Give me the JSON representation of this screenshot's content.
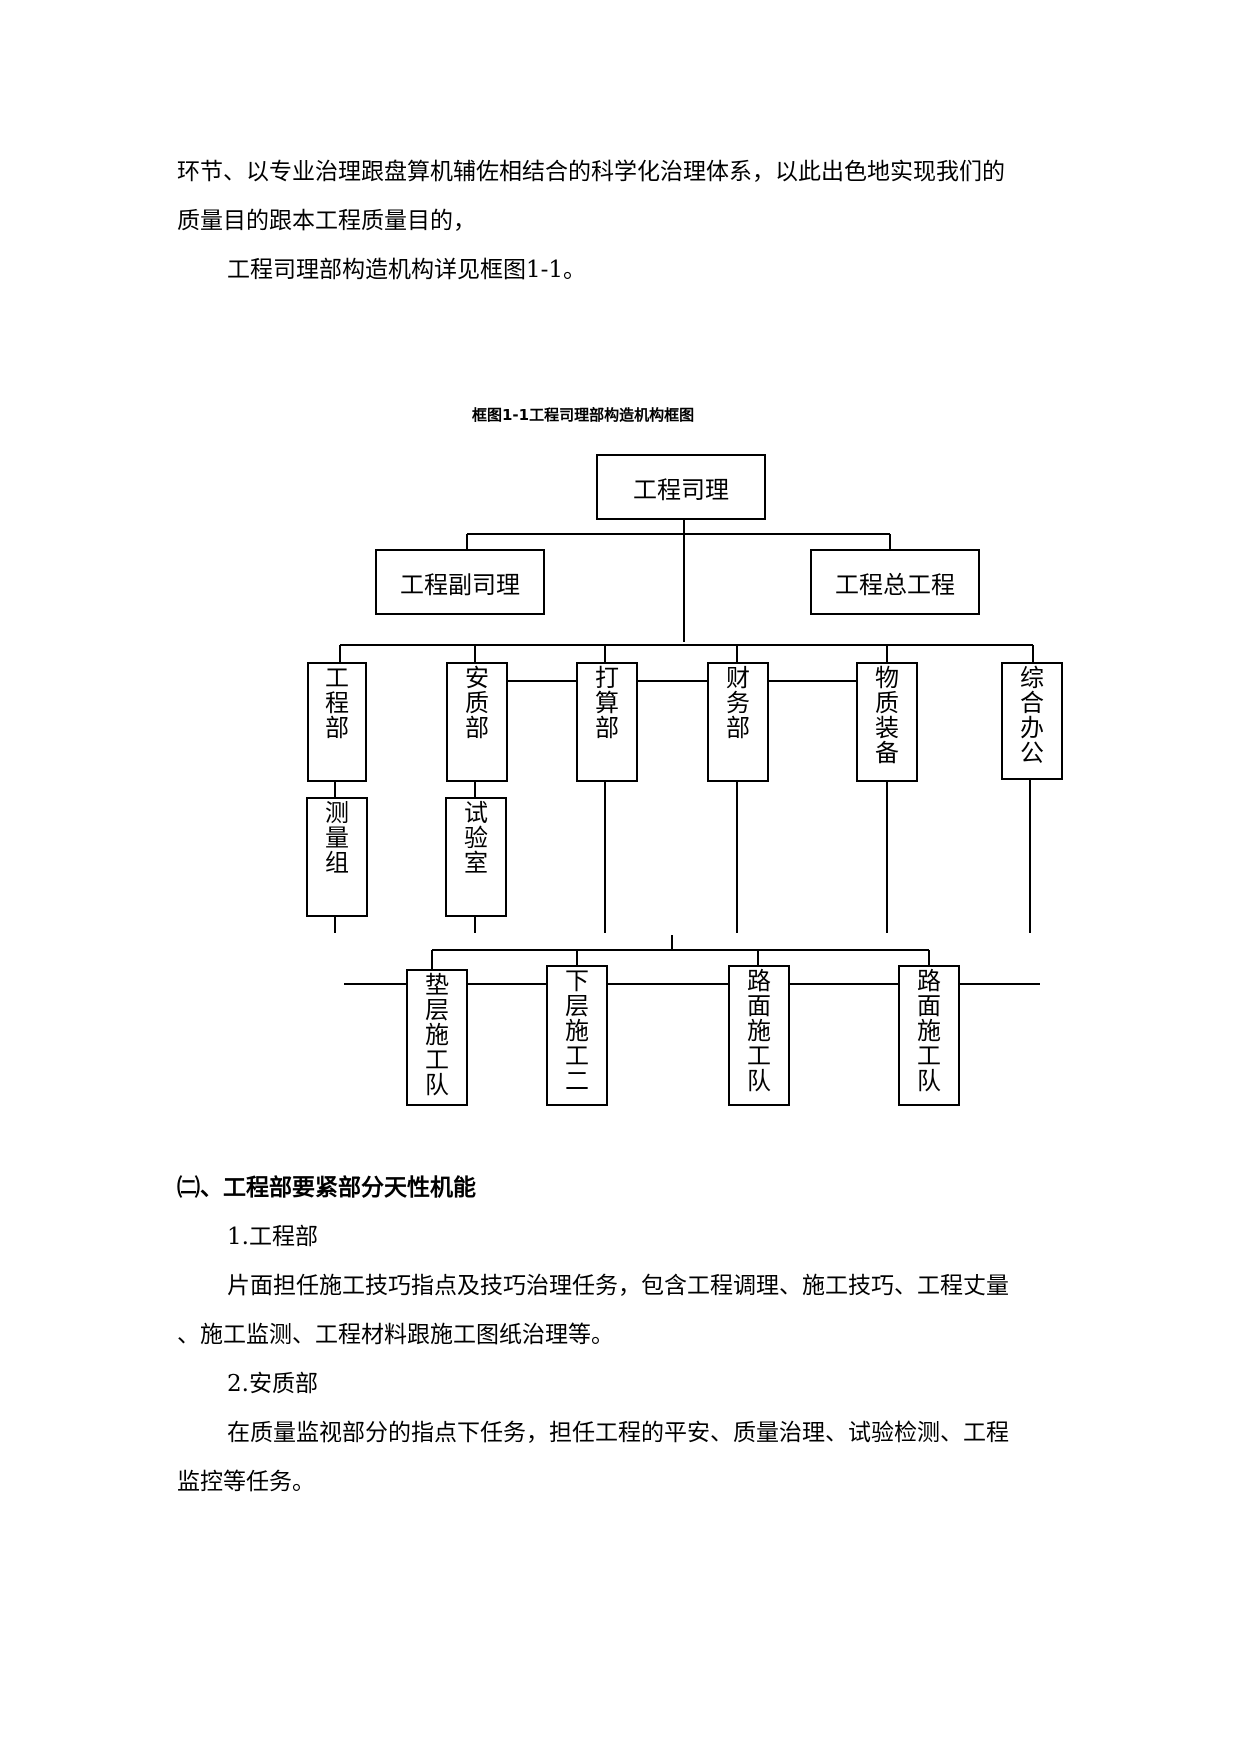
{
  "body": {
    "p1_line1": "环节、以专业治理跟盘算机辅佐相结合的科学化治理体系，以此出色地实现我们的",
    "p1_line2": "质量目的跟本工程质量目的，",
    "p2": "工程司理部构造机构详见框图1-1。"
  },
  "figure": {
    "caption": "框图1-1工程司理部构造机构框图",
    "top": "工程司理",
    "deputy": "工程副司理",
    "chief_engineer": "工程总工程",
    "departments": [
      "工程部",
      "安质部",
      "打算部",
      "财务部",
      "物质装备",
      "综合办公"
    ],
    "sub_units": [
      "测量组",
      "试验室"
    ],
    "teams": [
      "垫层施工队",
      "下层施工二",
      "路面施工队",
      "路面施工队"
    ]
  },
  "section": {
    "heading": "㈡、工程部要紧部分天性机能",
    "item1_title": "1.工程部",
    "item1_line1": "片面担任施工技巧指点及技巧治理任务，包含工程调理、施工技巧、工程丈量",
    "item1_line2": "、施工监测、工程材料跟施工图纸治理等。",
    "item2_title": "2.安质部",
    "item2_line1": "在质量监视部分的指点下任务，担任工程的平安、质量治理、试验检测、工程",
    "item2_line2": "监控等任务。"
  }
}
